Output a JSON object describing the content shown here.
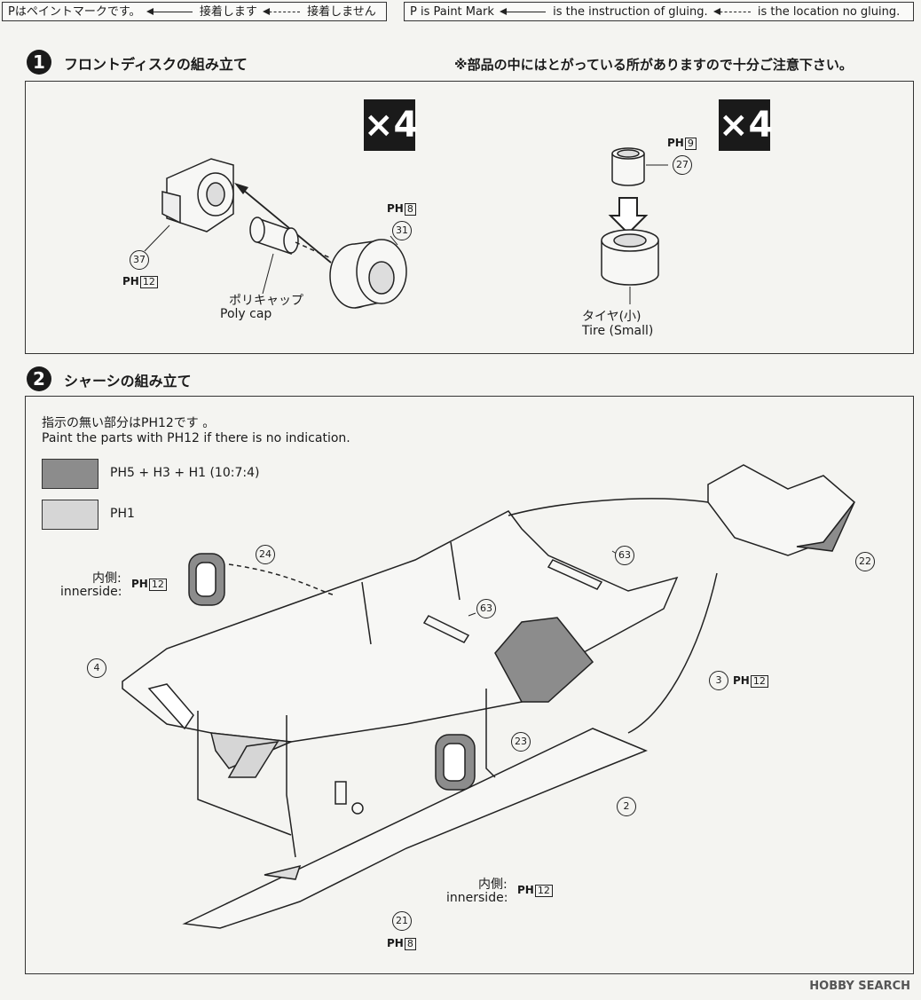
{
  "legend": {
    "jp_mark": "Pはペイントマークです。",
    "jp_glue": "接着します",
    "jp_noglue": "接着しません",
    "en_mark": "P is Paint Mark",
    "en_glue": "is the instruction of gluing.",
    "en_noglue": "is the location no gluing."
  },
  "step1": {
    "number": "1",
    "title": "フロントディスクの組み立て",
    "warning": "※部品の中にはとがっている所がありますので十分ご注意下さい。",
    "multiplier_left": "×4",
    "multiplier_right": "×4",
    "polycap_jp": "ポリキャップ",
    "polycap_en": "Poly cap",
    "tire_jp": "タイヤ(小)",
    "tire_en": "Tire (Small)",
    "parts": {
      "p37": "37",
      "p31": "31",
      "p27": "27"
    },
    "paint": {
      "p37": "12",
      "p31": "8",
      "p27": "9"
    }
  },
  "step2": {
    "number": "2",
    "title": "シャーシの組み立て",
    "note_jp": "指示の無い部分はPH12です 。",
    "note_en": "Paint the parts with PH12 if there is no indication.",
    "swatch1_formula": "PH5 + H3 + H1 (10:7:4)",
    "swatch2_formula": "PH1",
    "swatch1_color": "#8c8c8c",
    "swatch2_color": "#d6d6d6",
    "inner_jp": "内側:",
    "inner_en": "innerside:",
    "parts": {
      "p24": "24",
      "p63a": "63",
      "p63b": "63",
      "p4": "4",
      "p3": "3",
      "p22": "22",
      "p23": "23",
      "p2": "2",
      "p21": "21"
    },
    "paint": {
      "p24": "12",
      "p3": "12",
      "p23": "12",
      "p21": "8"
    }
  },
  "footer": "HOBBY SEARCH"
}
